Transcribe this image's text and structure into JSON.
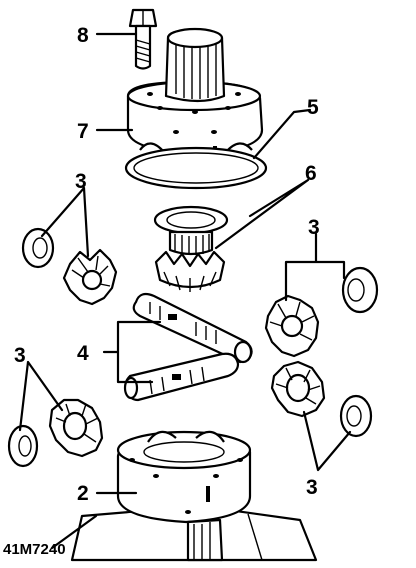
{
  "figure_id": "41M7240",
  "callouts": {
    "bolt": "8",
    "upper_case": "7",
    "gasket": "5",
    "side_gear_upper": "6",
    "pinion_set_upper_left": "3",
    "pinion_set_upper_right": "3",
    "cross_shafts": "4",
    "pinion_set_lower_left": "3",
    "pinion_set_lower_right": "3",
    "lower_case": "2"
  }
}
